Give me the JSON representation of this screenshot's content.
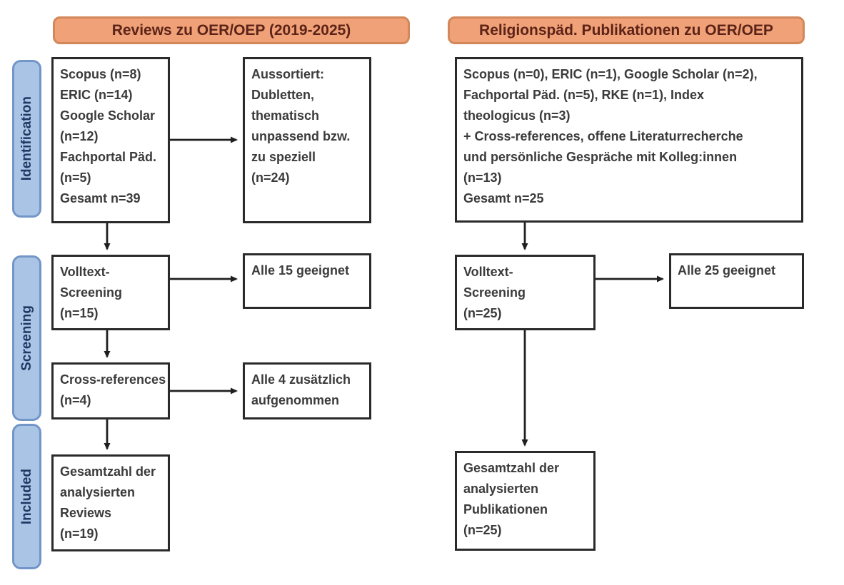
{
  "diagram_title": "PRISMA-style literature search flow (OER/OEP)",
  "left_column": {
    "header": "Reviews zu OER/OEP (2019-2025)",
    "sources_box": "Scopus (n=8)\nERIC (n=14)\nGoogle Scholar\n(n=12)\nFachportal Päd.\n(n=5)\nGesamt n=39",
    "excluded_box": "Aussortiert:\nDubletten,\nthematisch\nunpassend bzw.\nzu speziell\n(n=24)",
    "fulltext_box": "Volltext-\nScreening\n(n=15)",
    "eligible_box": "Alle 15 geeignet",
    "crossref_box": "Cross-references\n(n=4)",
    "crossref_result_box": "Alle 4 zusätzlich\naufgenommen",
    "included_box": "Gesamtzahl der\nanalysierten\nReviews\n(n=19)"
  },
  "right_column": {
    "header": "Religionspäd. Publikationen zu OER/OEP",
    "sources_box": "Scopus (n=0), ERIC (n=1), Google Scholar (n=2),\nFachportal Päd. (n=5), RKE (n=1), Index\ntheologicus (n=3)\n+ Cross-references, offene Literaturrecherche\nund persönliche Gespräche mit Kolleg:innen\n(n=13)\nGesamt n=25",
    "fulltext_box": "Volltext-\nScreening\n(n=25)",
    "eligible_box": "Alle 25 geeignet",
    "included_box": "Gesamtzahl der\nanalysierten\nPublikationen\n(n=25)"
  },
  "sidebar": {
    "identification": "Identification",
    "screening": "Screening",
    "included": "Included"
  },
  "colors": {
    "header_fill": "#F0A177",
    "header_border": "#D2885A",
    "header_text": "#5C2318",
    "stage_fill": "#AAC4E6",
    "stage_border": "#7396C8",
    "stage_text": "#1F3864",
    "box_border": "#2A2A2A",
    "box_text": "#3B3B3B",
    "arrow": "#1F1F1F",
    "canvas_bg": "#FFFFFF"
  }
}
